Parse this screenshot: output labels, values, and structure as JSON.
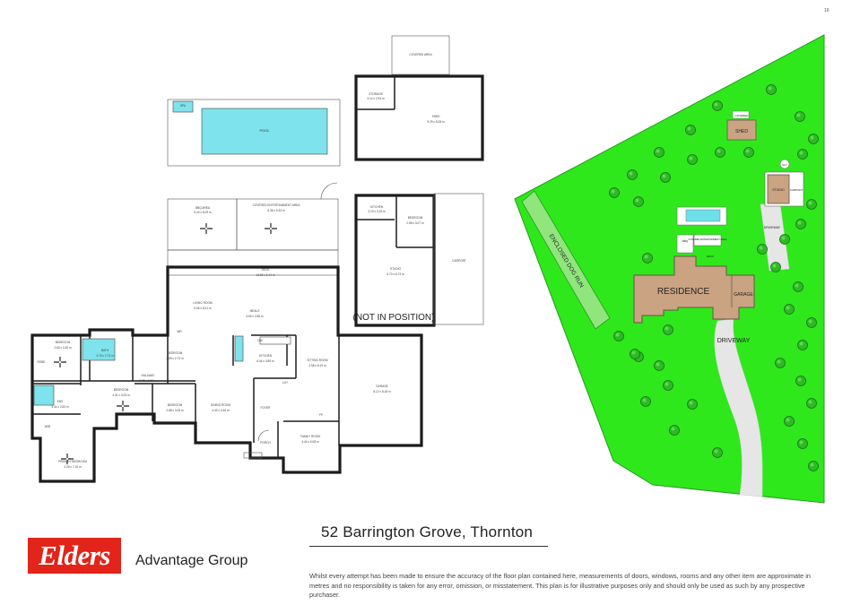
{
  "page_number": "16",
  "floor_plan": {
    "rooms": [
      {
        "id": "covered_area",
        "name": "COVERED AREA",
        "dims": ""
      },
      {
        "id": "storage",
        "name": "STORAGE",
        "dims": "3.14 x 2.93 m"
      },
      {
        "id": "shed",
        "name": "SHED",
        "dims": "9.29 x 5.08 m"
      },
      {
        "id": "spa",
        "name": "SPA",
        "dims": ""
      },
      {
        "id": "pool",
        "name": "POOL",
        "dims": ""
      },
      {
        "id": "bbq",
        "name": "BBQ AREA",
        "dims": "5.24 x 8.09 m"
      },
      {
        "id": "cea",
        "name": "COVERED ENTERTAINMENT AREA",
        "dims": "6.36 x 5.34 m"
      },
      {
        "id": "deck",
        "name": "DECK",
        "dims": "13.69 x 6.44 m"
      },
      {
        "id": "living",
        "name": "LIVING ROOM",
        "dims": "5.06 x 8.21 m"
      },
      {
        "id": "meals",
        "name": "MEALS",
        "dims": "3.65 x 3.98 m"
      },
      {
        "id": "kitchen",
        "name": "KITCHEN",
        "dims": "6.44 x 3.89 m"
      },
      {
        "id": "sitting",
        "name": "SITTING ROOM",
        "dims": "3.58 x 8.19 m"
      },
      {
        "id": "garage",
        "name": "GARAGE",
        "dims": "6.12 x 8.18 m"
      },
      {
        "id": "bed_tl",
        "name": "BEDROOM",
        "dims": "2.83 x 3.30 m"
      },
      {
        "id": "bath",
        "name": "BATH",
        "dims": "3.76 x 2.73 m"
      },
      {
        "id": "bed_mid",
        "name": "BEDROOM",
        "dims": "2.89 x 2.73 m"
      },
      {
        "id": "hallway",
        "name": "HALLWAY",
        "dims": "3.75 x 3.60 m"
      },
      {
        "id": "ens",
        "name": "ENS",
        "dims": "3.44 x 2.83 m"
      },
      {
        "id": "bed_low",
        "name": "BEDROOM",
        "dims": "4.31 x 3.05 m"
      },
      {
        "id": "bed_small",
        "name": "BEDROOM",
        "dims": "2.88 x 3.05 m"
      },
      {
        "id": "dining",
        "name": "DINING ROOM",
        "dims": "4.32 x 4.46 m"
      },
      {
        "id": "foyer",
        "name": "FOYER",
        "dims": ""
      },
      {
        "id": "porch",
        "name": "PORCH",
        "dims": ""
      },
      {
        "id": "family",
        "name": "FAMILY ROOM",
        "dims": "4.44 x 6.08 m"
      },
      {
        "id": "primary",
        "name": "PRIMARY BEDROOM",
        "dims": "4.26 x 7.15 m"
      },
      {
        "id": "wir",
        "name": "WIR",
        "dims": ""
      },
      {
        "id": "s_kitchen",
        "name": "KITCHEN",
        "dims": "3.19 x 3.15 m"
      },
      {
        "id": "s_bedroom",
        "name": "BEDROOM",
        "dims": "2.98 x 4.07 m"
      },
      {
        "id": "studio",
        "name": "STUDIO",
        "dims": "6.70 x 6.73 m"
      },
      {
        "id": "carport",
        "name": "CARPORT",
        "dims": ""
      }
    ],
    "small_labels": {
      "fp": "FP",
      "wr": "WR",
      "dw": "DW",
      "ldy": "LDY",
      "robe": "ROBE"
    },
    "not_in_position": "(NOT IN POSITION)"
  },
  "site_plan": {
    "labels": {
      "residence": "RESIDENCE",
      "garage": "GARAGE",
      "shed": "SHED",
      "studio": "STUDIO",
      "carport": "CARPORT",
      "driveway": "DRIVEWAY",
      "driveway_small": "DRIVEWAY",
      "enclosed_dog_run": "ENCLOSED DOG RUN",
      "covered_area": "COVERED",
      "pool_area": "COVERED ENTERTAINMENT AREA",
      "bbq": "BBQ",
      "deck": "DECK",
      "wt": "W.T"
    },
    "colors": {
      "lawn": "#2ee81c",
      "residence": "#c9a382",
      "shed": "#c9a382",
      "dog_run": "#90e57d",
      "pool": "#6ee0ea",
      "tree": "#1f8c1f"
    }
  },
  "footer": {
    "address": "52 Barrington Grove, Thornton",
    "logo_text": "Elders",
    "agency": "Advantage Group",
    "disclaimer": "Whilst every attempt has been made to ensure the accuracy of the floor plan contained here, measurements of doors, windows, rooms and any other item are approximate in metres and no responsibility is taken for any error, omission, or misstatement. This plan is for illustrative purposes only and should only be used as such by any prospective purchaser."
  }
}
